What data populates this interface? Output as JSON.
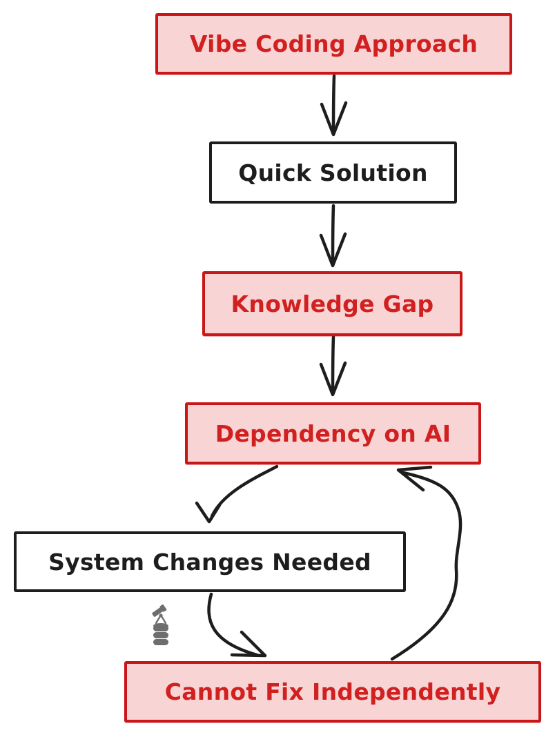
{
  "diagram": {
    "type": "flowchart",
    "colors": {
      "background": "#ffffff",
      "ink": "#1d1d1d",
      "red_border": "#c91616",
      "red_text": "#d12020",
      "pink_fill": "#f9d4d4",
      "white_fill": "#ffffff",
      "icon_gray": "#6e6e6e"
    },
    "nodes": [
      {
        "id": "vibe-coding-approach",
        "label": "Vibe Coding Approach",
        "style": "red-highlight"
      },
      {
        "id": "quick-solution",
        "label": "Quick Solution",
        "style": "plain"
      },
      {
        "id": "knowledge-gap",
        "label": "Knowledge Gap",
        "style": "red-highlight"
      },
      {
        "id": "dependency-on-ai",
        "label": "Dependency on AI",
        "style": "red-highlight"
      },
      {
        "id": "system-changes-needed",
        "label": "System Changes Needed",
        "style": "plain"
      },
      {
        "id": "cannot-fix-independently",
        "label": "Cannot Fix Independently",
        "style": "red-highlight"
      }
    ],
    "edges": [
      {
        "from": "vibe-coding-approach",
        "to": "quick-solution",
        "shape": "straight-down"
      },
      {
        "from": "quick-solution",
        "to": "knowledge-gap",
        "shape": "straight-down"
      },
      {
        "from": "knowledge-gap",
        "to": "dependency-on-ai",
        "shape": "straight-down"
      },
      {
        "from": "dependency-on-ai",
        "to": "system-changes-needed",
        "shape": "curved-down-left"
      },
      {
        "from": "system-changes-needed",
        "to": "cannot-fix-independently",
        "shape": "curved-down-right"
      },
      {
        "from": "cannot-fix-independently",
        "to": "dependency-on-ai",
        "shape": "curved-up-loop"
      }
    ],
    "icons": [
      {
        "name": "telescope-database-icon",
        "color": "#6e6e6e"
      }
    ]
  }
}
